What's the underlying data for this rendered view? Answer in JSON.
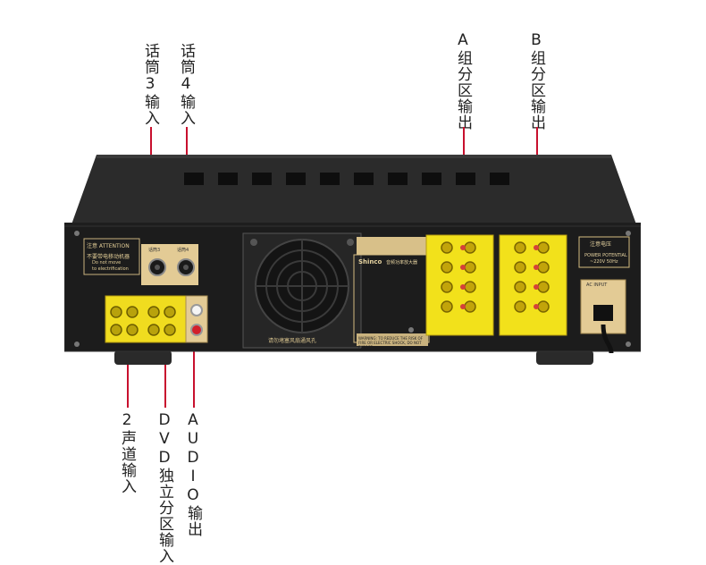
{
  "callouts": {
    "mic3": "话筒3输入",
    "mic4": "话筒4输入",
    "zone_a": "A组分区输出",
    "zone_b": "B组分区输出",
    "stereo": "2声道输入",
    "dvd": "DVD独立分区输入",
    "audio_out": "AUDIO输出"
  },
  "panel": {
    "attention_title": "注意 ATTENTION",
    "attention_body": "不要带电移动机器",
    "attention_en1": "Do not move",
    "attention_en2": "to electrification",
    "mic_label_1": "话筒3",
    "mic_label_2": "话筒4",
    "vent_caption": "请勿堵塞风扇通风孔",
    "brand": "Shinco",
    "product_title": "音频功率放大器",
    "warning": "WARNING: TO REDUCE THE RISK OF FIRE OR ELECTRIC SHOCK, DO NOT EXPOSE",
    "power_title": "注意电压",
    "power_sub": "POWER POTENTIAL",
    "power_voltage": "~220V 50Hz",
    "ac_input": "AC INPUT"
  },
  "colors": {
    "accent": "#c8102e",
    "chassis": "#1c1c1c",
    "terminal": "#f2e11b",
    "plate": "#e0c894"
  }
}
